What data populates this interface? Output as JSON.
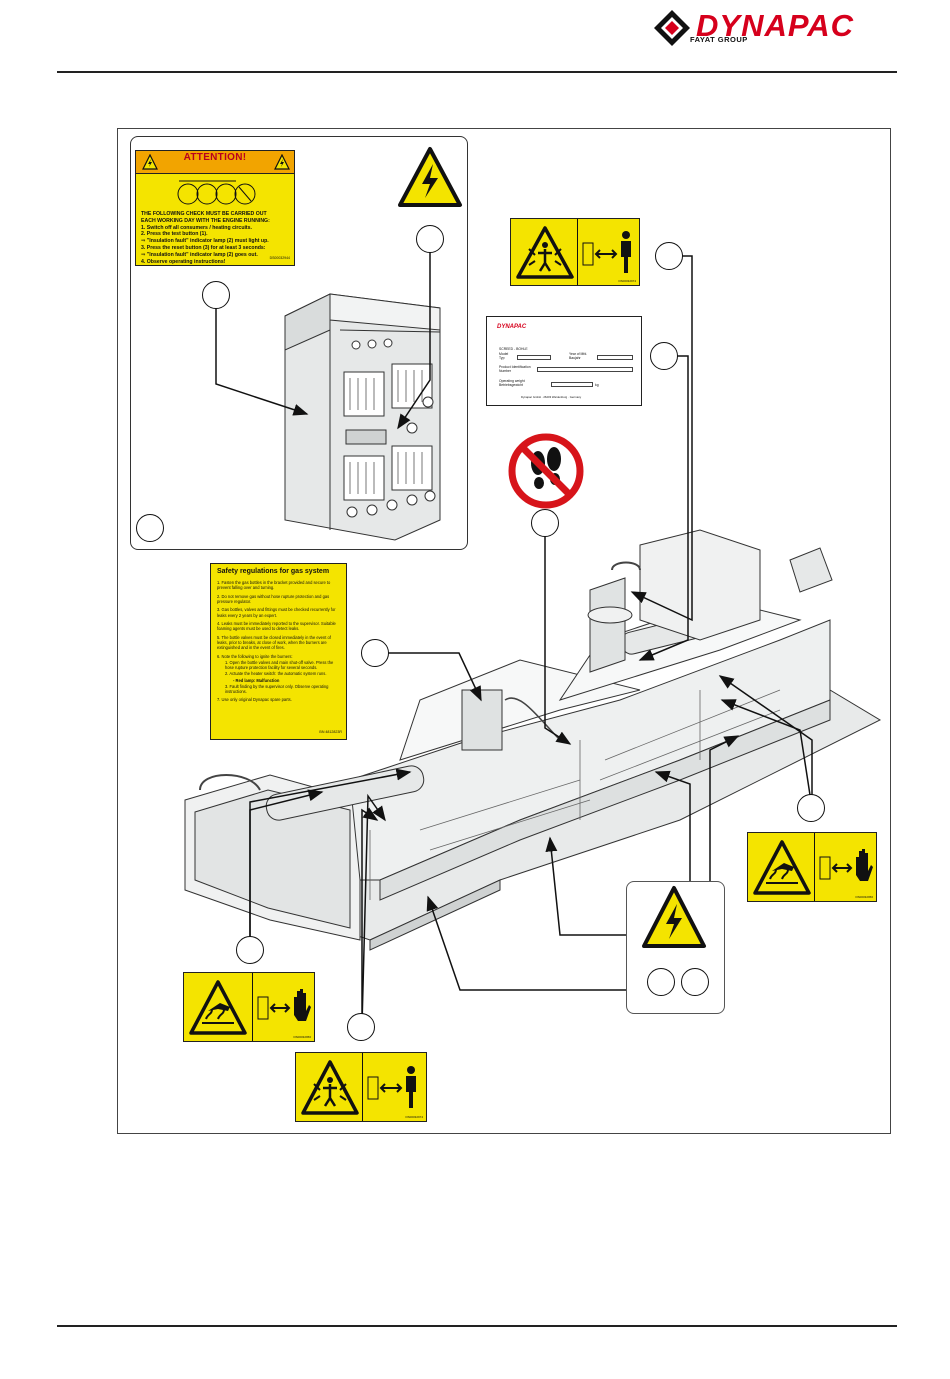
{
  "header": {
    "brand": "DYNAPAC",
    "brand_sub": "FAYAT GROUP"
  },
  "attention_label": {
    "title": "ATTENTION!",
    "lines": [
      "THE FOLLOWING CHECK MUST BE CARRIED OUT",
      "EACH WORKING DAY WITH THE ENGINE RUNNING:",
      "1. Switch off all consumers / heating circuits.",
      "2. Press the test button (1).",
      "⇒ \"Insulation fault\" indicator lamp (2) must light up.",
      "3. Press the reset button (3) for at least 3 seconds:",
      "⇒ \"Insulation fault\" indicator lamp (2) goes out.",
      "4. Observe operating instructions!"
    ],
    "code": "DS00032944"
  },
  "gas_label": {
    "title": "Safety regulations for gas system",
    "items": [
      "1.  Fasten the gas bottles in the bracket provided and secure to prevent falling over and turning.",
      "2.  Do not remove gas without hose rupture protection and gas pressure regulator.",
      "3.  Gas bottles, valves and fittings must be checked recurrently for leaks every 2 years by an expert.",
      "4.  Leaks must be immediately reported to the supervisor. Suitable foaming agents must be used to detect leaks.",
      "5.  The bottle valves must be closed immediately in the event of leaks, prior to breaks, at close of work, when the burners are extinguished and in the event of fires.",
      "6.  Note the following to ignite the burners:",
      "1. Open the bottle valves and main shut-off valve. Press the hose rupture protection facility for several seconds.",
      "2. Actuate the heater switch: the automatic system runs.",
      "- Red lamp: Malfunction",
      "3. Fault finding by the supervisor only. Observe operating instructions.",
      "7.  Use only original Dynapac spare parts."
    ],
    "code": "BN 4812823R"
  },
  "type_plate": {
    "brand": "DYNAPAC",
    "rows": [
      {
        "label": "SCREED - BOHLE",
        "sub": ""
      },
      {
        "label": "Model",
        "sub": "Typ"
      },
      {
        "label": "Year of Mfd.",
        "sub": "Baujahr"
      },
      {
        "label": "Product Identification",
        "sub": "Number"
      },
      {
        "label": "Operating weight",
        "sub": "Betriebsgewicht"
      }
    ],
    "unit": "kg",
    "footer": "Dynapac GmbH · 26203 Wardenburg · Germany"
  },
  "label_codes": {
    "crush_top": "DS00032974",
    "hot_right": "DS00032956",
    "hot_left": "DS00032956",
    "crush_bottom": "DS00032974"
  },
  "colors": {
    "brand_red": "#d6001c",
    "warning_yellow": "#f4e400",
    "attention_orange": "#f2a400",
    "prohibition_red": "#d7141a"
  },
  "icons": [
    "dynapac-logo-icon",
    "electrical-hazard-icon",
    "crush-hazard-icon",
    "hot-surface-icon",
    "no-stepping-icon",
    "keep-distance-icon",
    "hand-stop-icon"
  ]
}
